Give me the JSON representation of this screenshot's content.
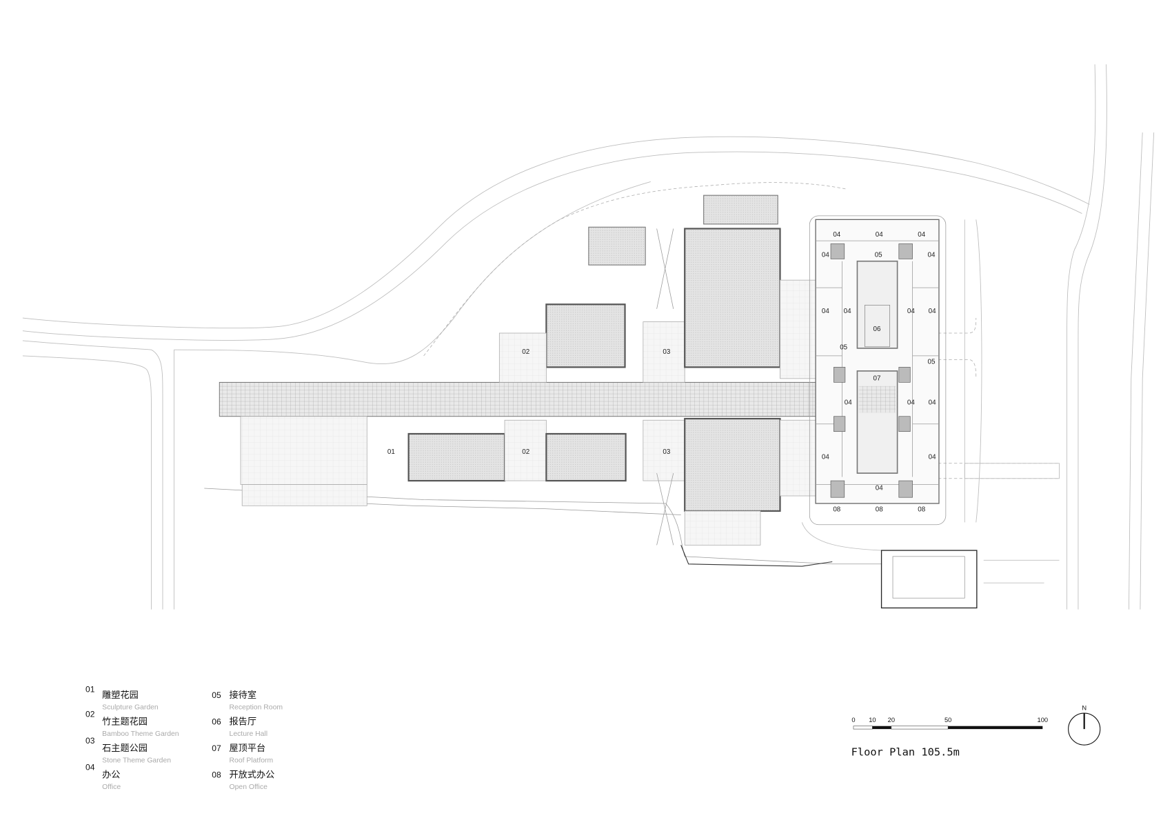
{
  "drawing": {
    "title": "Floor Plan 105.5m",
    "north_label": "N",
    "scale_bar": {
      "unit": "m",
      "ticks": [
        "0",
        "10",
        "20",
        "50",
        "100"
      ]
    },
    "plan_labels": [
      "01",
      "02",
      "02",
      "03",
      "03",
      "04",
      "04",
      "04",
      "04",
      "05",
      "04",
      "04",
      "04",
      "04",
      "04",
      "06",
      "05",
      "05",
      "07",
      "04",
      "04",
      "04",
      "04",
      "04",
      "04",
      "08",
      "08",
      "08"
    ]
  },
  "legend": [
    {
      "num": "01",
      "cn": "雕塑花园",
      "en": "Sculpture Garden"
    },
    {
      "num": "02",
      "cn": "竹主题花园",
      "en": "Bamboo Theme Garden"
    },
    {
      "num": "03",
      "cn": "石主题公园",
      "en": "Stone Theme Garden"
    },
    {
      "num": "04",
      "cn": "办公",
      "en": "Office"
    },
    {
      "num": "05",
      "cn": "接待室",
      "en": "Reception Room"
    },
    {
      "num": "06",
      "cn": "报告厅",
      "en": "Lecture Hall"
    },
    {
      "num": "07",
      "cn": "屋顶平台",
      "en": "Roof Platform"
    },
    {
      "num": "08",
      "cn": "开放式办公",
      "en": "Open Office"
    }
  ]
}
